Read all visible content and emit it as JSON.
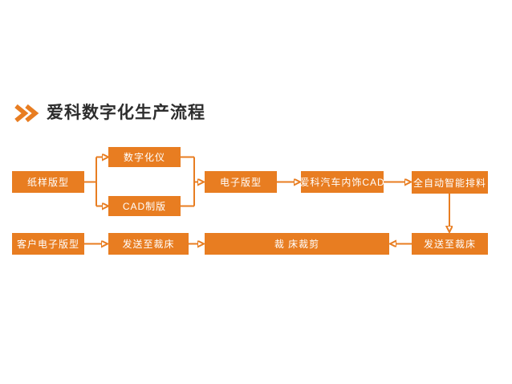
{
  "title": {
    "text": "爱科数字化生产流程",
    "icon": "double-chevron-right"
  },
  "colors": {
    "accent_orange": "#e87d21",
    "title_text": "#2d2d2d",
    "node_text": "#ffffff",
    "background": "#ffffff"
  },
  "flow": {
    "nodes": {
      "paper_pattern": {
        "label": "纸样版型"
      },
      "digitizer": {
        "label": "数字化仪"
      },
      "cad_plate_making": {
        "label": "CAD制版"
      },
      "electronic_pattern": {
        "label": "电子版型"
      },
      "aike_auto_interior_cad": {
        "label": "爱科汽车内饰CAD"
      },
      "auto_smart_nesting": {
        "label": "全自动智能排料"
      },
      "customer_electronic_pattern": {
        "label": "客户电子版型"
      },
      "send_to_cutter_left": {
        "label": "发送至裁床"
      },
      "cutter_cutting": {
        "label": "裁 床裁剪"
      },
      "send_to_cutter_right": {
        "label": "发送至裁床"
      }
    },
    "edges": [
      "paper_pattern -> digitizer",
      "paper_pattern -> cad_plate_making",
      "digitizer -> electronic_pattern",
      "cad_plate_making -> electronic_pattern",
      "electronic_pattern -> aike_auto_interior_cad",
      "aike_auto_interior_cad -> auto_smart_nesting",
      "auto_smart_nesting -> send_to_cutter_right",
      "send_to_cutter_right -> cutter_cutting",
      "customer_electronic_pattern -> send_to_cutter_left",
      "send_to_cutter_left -> cutter_cutting"
    ]
  }
}
